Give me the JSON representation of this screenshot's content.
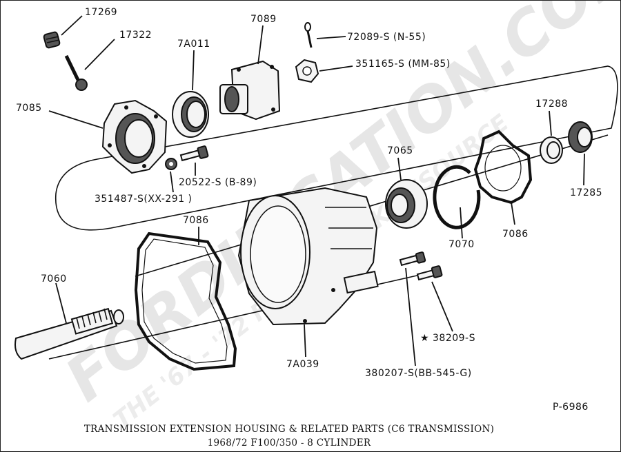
{
  "diagram": {
    "watermark": "FORDIFICATION.COM",
    "watermark_sub": "THE '67 - '72 FORD TRUCK RESOURCE",
    "caption_line1": "TRANSMISSION EXTENSION HOUSING & RELATED PARTS (C6 TRANSMISSION)",
    "caption_line2": "1968/72    F100/350 - 8 CYLINDER",
    "figure_id": "P-6986",
    "labels": {
      "p17269": "17269",
      "p17322": "17322",
      "p7A011": "7A011",
      "p7089": "7089",
      "p72089": "72089-S (N-55)",
      "p351165": "351165-S (MM-85)",
      "p7085": "7085",
      "p17288": "17288",
      "p20522": "20522-S (B-89)",
      "p351487": "351487-S(XX-291 )",
      "p7065": "7065",
      "p17285": "17285",
      "p7086a": "7086",
      "p7086b": "7086",
      "p7070": "7070",
      "p7060": "7060",
      "p38209": "★ 38209-S",
      "p7A039": "7A039",
      "p380207": "380207-S(BB-545-G)"
    }
  }
}
